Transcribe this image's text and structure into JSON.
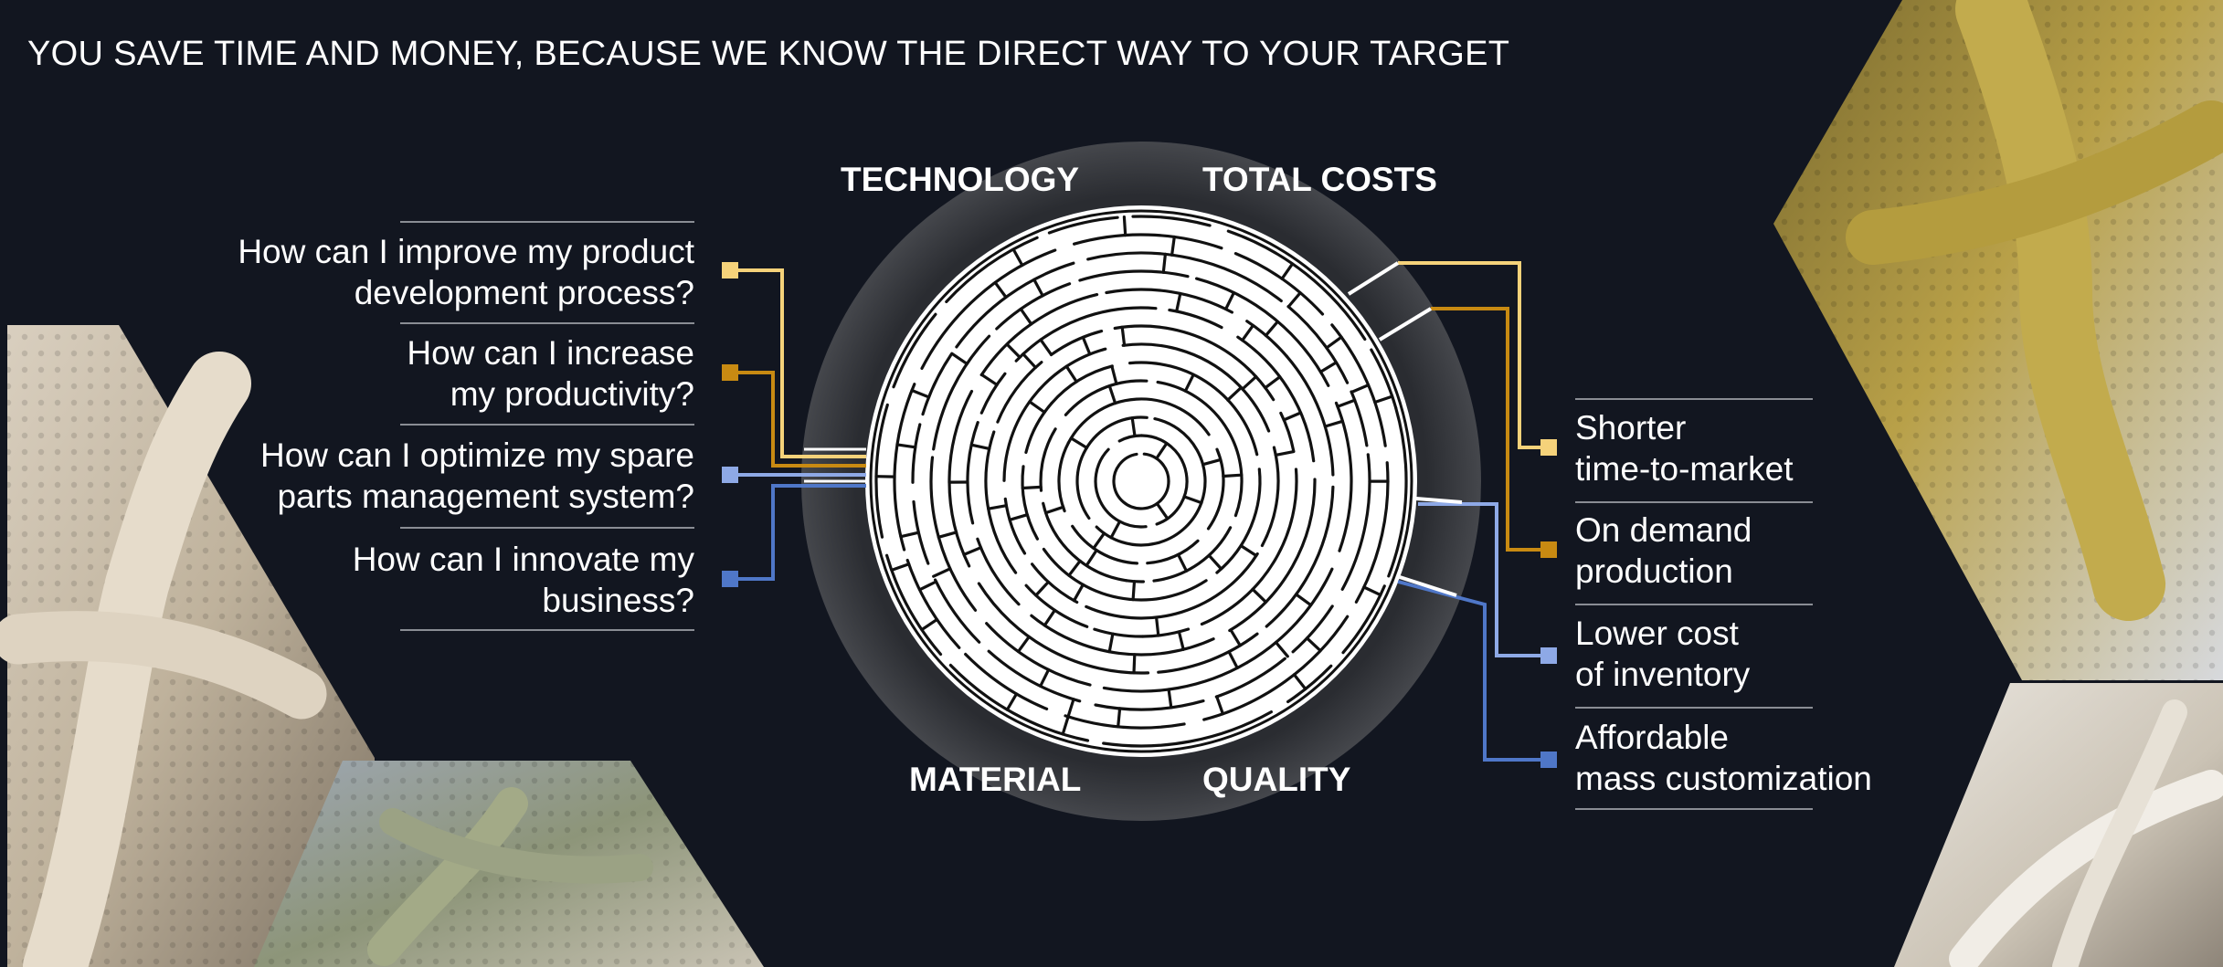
{
  "header": {
    "title": "YOU SAVE TIME AND MONEY, BECAUSE WE KNOW THE DIRECT WAY TO YOUR TARGET"
  },
  "ring": {
    "labels": {
      "technology": "TECHNOLOGY",
      "total_costs": "TOTAL COSTS",
      "material": "MATERIAL",
      "quality": "QUALITY"
    }
  },
  "questions": [
    {
      "line1": "How can I improve my product",
      "line2": "development process?",
      "color": "#f5d27a"
    },
    {
      "line1": "How can I increase",
      "line2": "my productivity?",
      "color": "#c88a12"
    },
    {
      "line1": "How can I optimize my spare",
      "line2": "parts management system?",
      "color": "#8ea9e6"
    },
    {
      "line1": "How can I innovate my",
      "line2": "business?",
      "color": "#4f77c8"
    }
  ],
  "benefits": [
    {
      "line1": "Shorter",
      "line2": "time-to-market",
      "color": "#f5d27a"
    },
    {
      "line1": "On demand",
      "line2": "production",
      "color": "#c88a12"
    },
    {
      "line1": "Lower cost",
      "line2": "of inventory",
      "color": "#8ea9e6"
    },
    {
      "line1": "Affordable",
      "line2": "mass customization",
      "color": "#4f77c8"
    }
  ],
  "photos": [
    {
      "name": "lattice-photo-beige-left",
      "tone": "#bfb3a0"
    },
    {
      "name": "lattice-photo-green-bottom",
      "tone": "#8f9a7c"
    },
    {
      "name": "lattice-photo-gold-right",
      "tone": "#b39b3a"
    },
    {
      "name": "lattice-photo-white-bottom-right",
      "tone": "#d8d2c6"
    }
  ]
}
